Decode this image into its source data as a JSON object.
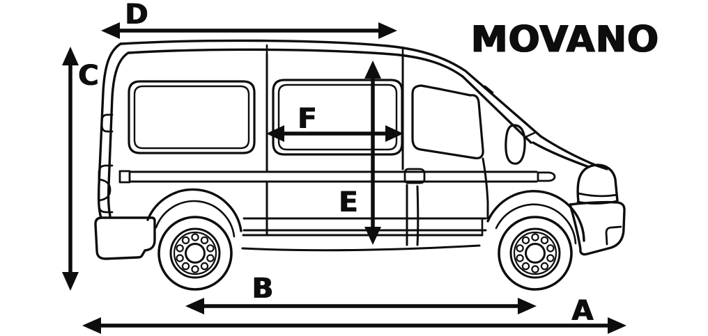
{
  "page": {
    "background_color": "#ffffff",
    "ink_color": "#0d0d0d"
  },
  "brand": {
    "logo_text": "MOVANO"
  },
  "diagram": {
    "illustration": "van-side-profile-line-drawing",
    "arrows": [
      {
        "label": "D",
        "orientation": "horizontal"
      },
      {
        "label": "C",
        "orientation": "vertical"
      },
      {
        "label": "F",
        "orientation": "horizontal"
      },
      {
        "label": "E",
        "orientation": "vertical"
      },
      {
        "label": "B",
        "orientation": "horizontal"
      },
      {
        "label": "A",
        "orientation": "horizontal"
      }
    ]
  }
}
